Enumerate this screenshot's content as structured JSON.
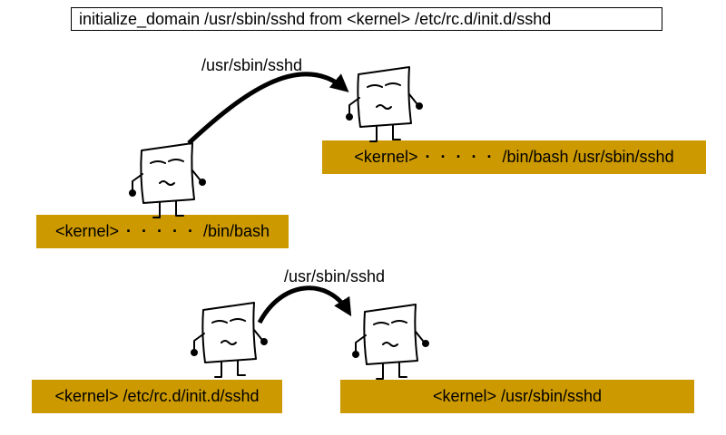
{
  "title": "initialize_domain /usr/sbin/sshd from <kernel> /etc/rc.d/init.d/sshd",
  "top_scene": {
    "left_domain": {
      "parts": [
        "<kernel>",
        "/bin/bash"
      ]
    },
    "right_domain": {
      "parts": [
        "<kernel>",
        "/bin/bash /usr/sbin/sshd"
      ]
    },
    "transition_label": "/usr/sbin/sshd"
  },
  "bottom_scene": {
    "left_domain": {
      "text": "<kernel> /etc/rc.d/init.d/sshd"
    },
    "right_domain": {
      "text": "<kernel> /usr/sbin/sshd"
    },
    "transition_label": "/usr/sbin/sshd"
  },
  "dots_glyph": "· · · · ·",
  "character_icon": "paper-character-icon"
}
